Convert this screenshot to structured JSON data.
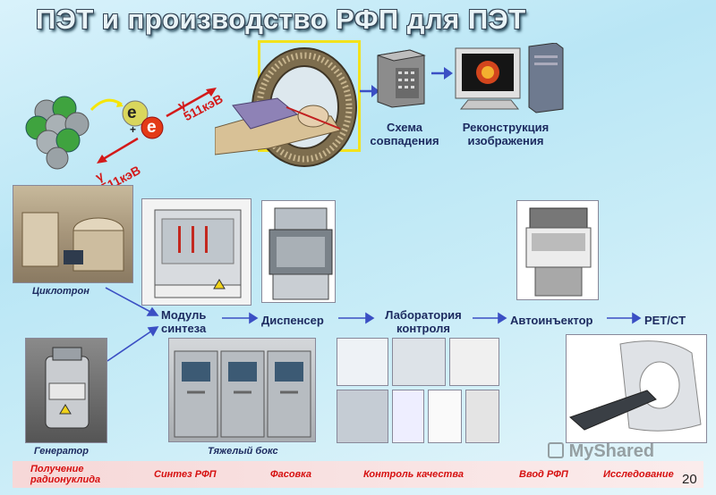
{
  "title": "ПЭТ и производство РФП для ПЭТ",
  "physics": {
    "electron_label": "e",
    "positron_label": "e",
    "plus_sign": "+",
    "gamma_top": "γ\n511кэВ",
    "gamma_bottom": "γ\n511кэВ"
  },
  "pet_chain": {
    "coincidence_scheme": "Схема\nсовпадения",
    "image_reconstruction": "Реконструкция\nизображения"
  },
  "production_flow": {
    "cyclotron": "Циклотрон",
    "synthesis_module": "Модуль\nсинтеза",
    "dispenser": "Диспенсер",
    "control_lab": "Лаборатория\nконтроля",
    "autoinjector": "Автоинъектор",
    "pet_ct": "PET/CT",
    "generator": "Генератор",
    "hot_cell": "Тяжелый бокс"
  },
  "stages": [
    "Получение\nрадионуклида",
    "Синтез РФП",
    "Фасовка",
    "Контроль качества",
    "Ввод РФП",
    "Исследование"
  ],
  "watermark": "MyShared",
  "page_number": "20",
  "colors": {
    "accent_blue": "#3b4fc4",
    "label_navy": "#1d2b60",
    "stage_red": "#d61010",
    "scanner_frame": "#f2e21c"
  }
}
